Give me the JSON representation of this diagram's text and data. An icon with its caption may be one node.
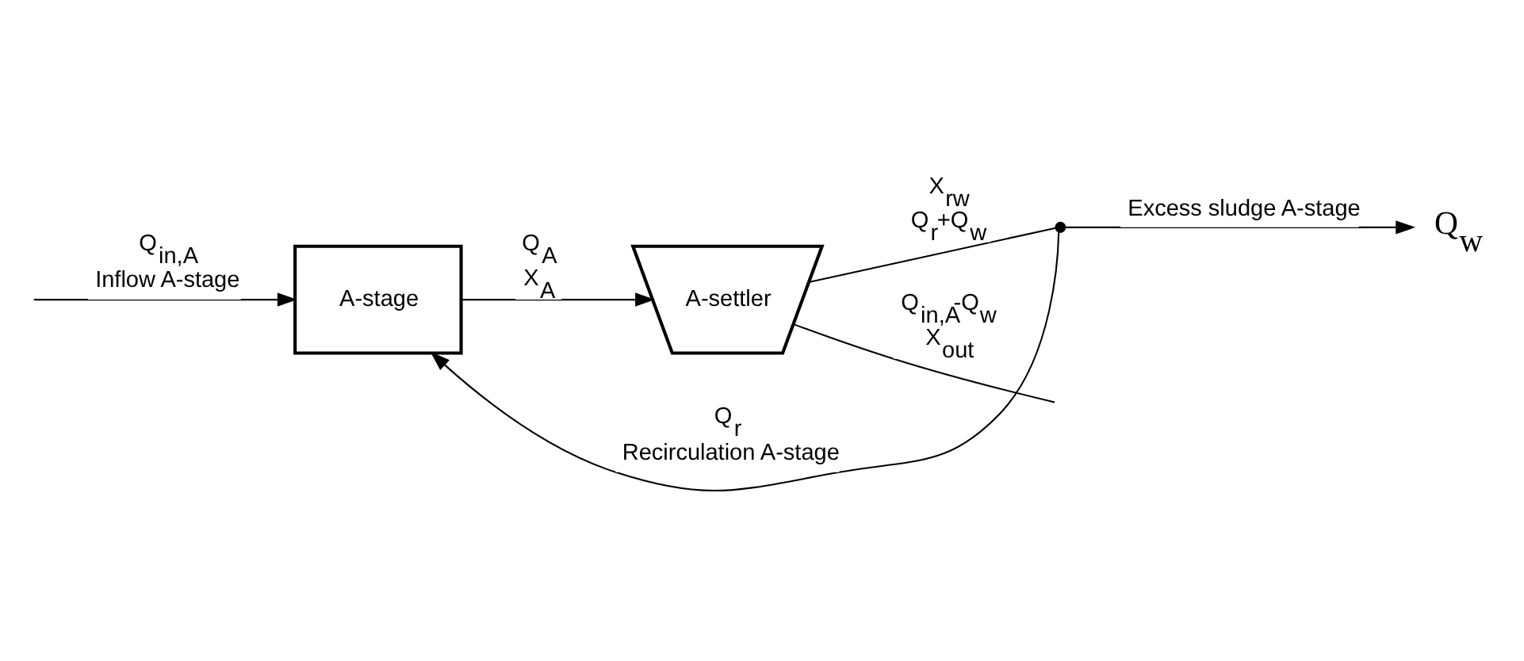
{
  "diagram": {
    "nodes": [
      {
        "text": [
          "A-stage"
        ]
      },
      {
        "text": [
          "A-settler"
        ]
      },
      {
        "text": [],
        "shape": "point"
      },
      {
        "text": [
          "Q$_{w}$"
        ]
      }
    ],
    "edges": [
      {
        "from": null,
        "to": 0,
        "arrow": "to",
        "label": "Q$_{in,A}$ Inflow A-stage"
      },
      {
        "from": 0,
        "to": 1,
        "arrow": "to",
        "label": "Q$_{A}$ X$_{A}$"
      },
      {
        "from": 1,
        "to": null,
        "arrow": "none",
        "label": "Q$_{in,A}$-Q$_{w}$ X$_{out}$"
      },
      {
        "from": 1,
        "to": 2,
        "arrow": "none",
        "label": "X$_{rw}$ Q$_{r}$+Q$_{w}$"
      },
      {
        "from": 2,
        "to": 0,
        "arrow": "to",
        "label": "Q$_{r}$ Recirculation A-stage"
      },
      {
        "from": 2,
        "to": 3,
        "arrow": "to",
        "label": "Excess sludge A-stage"
      }
    ]
  }
}
